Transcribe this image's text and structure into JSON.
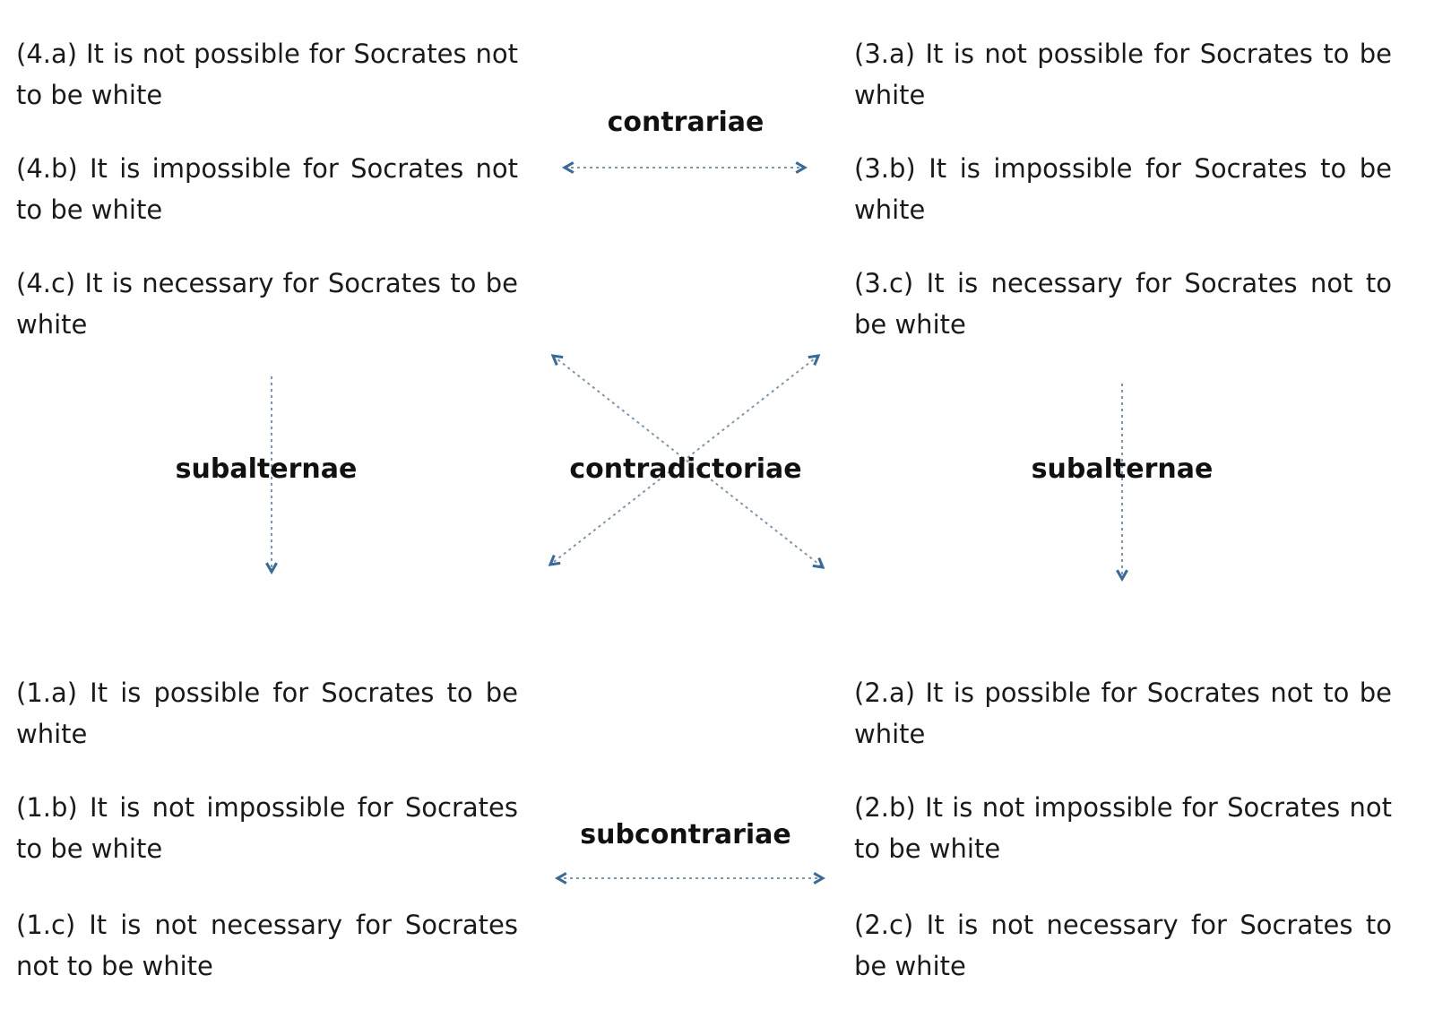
{
  "colors": {
    "arrow_head": "#3a6a96",
    "arrow_line": "#7f95ad"
  },
  "propositions": {
    "p4a": "(4.a) It is not possible for Socrates not to be white",
    "p4b": "(4.b) It is impossible for Socrates not to be white",
    "p4c": "(4.c) It is necessary for Socrates to be white",
    "p3a": "(3.a) It is not possible for Socrates to be white",
    "p3b": "(3.b) It is impossible for Socrates to be white",
    "p3c": "(3.c) It is necessary for Socrates not to be white",
    "p1a": "(1.a) It is possible for Socrates to be white",
    "p1b": "(1.b) It is not impossible for Socrates to be white",
    "p1c": "(1.c) It is not necessary for Socrates not to be white",
    "p2a": "(2.a) It is possible for Socrates not to be white",
    "p2b": "(2.b) It is not impossible for Socrates not to be white",
    "p2c": "(2.c) It is not necessary for Socrates to be white"
  },
  "relations": {
    "contrariae": "contrariae",
    "subalternae_left": "subalternae",
    "contradictoriae": "contradictoriae",
    "subalternae_right": "subalternae",
    "subcontrariae": "subcontrariae"
  }
}
